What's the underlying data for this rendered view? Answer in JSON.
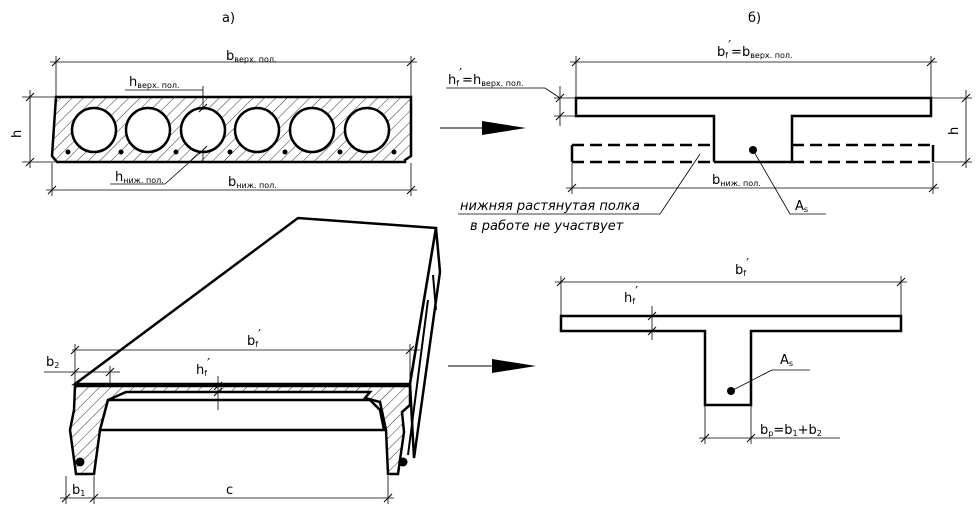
{
  "panels": {
    "a": "а)",
    "b": "б)"
  },
  "labels": {
    "b": "b",
    "b_upper_sub": "верх. пол.",
    "h_upper": "h",
    "h_upper_sub": "верх. пол.",
    "h_lower_sub": "ниж. пол.",
    "b_lower_sub": "ниж. пол.",
    "h": "h",
    "bf_prime": "b",
    "f_sub": "f",
    "prime": "′",
    "equals": "=",
    "hf_prime": "h",
    "As": "A",
    "s_sub": "s",
    "b2": "b",
    "two_sub": "2",
    "one_sub": "1",
    "p_sub": "p",
    "c": "c",
    "b1": "b",
    "bp_expr_eq": "=",
    "plus": "+"
  },
  "note": {
    "line1": "нижняя растянутая полка",
    "line2": "в работе не участвует"
  },
  "colors": {
    "ink": "#000000",
    "paper": "#ffffff"
  }
}
